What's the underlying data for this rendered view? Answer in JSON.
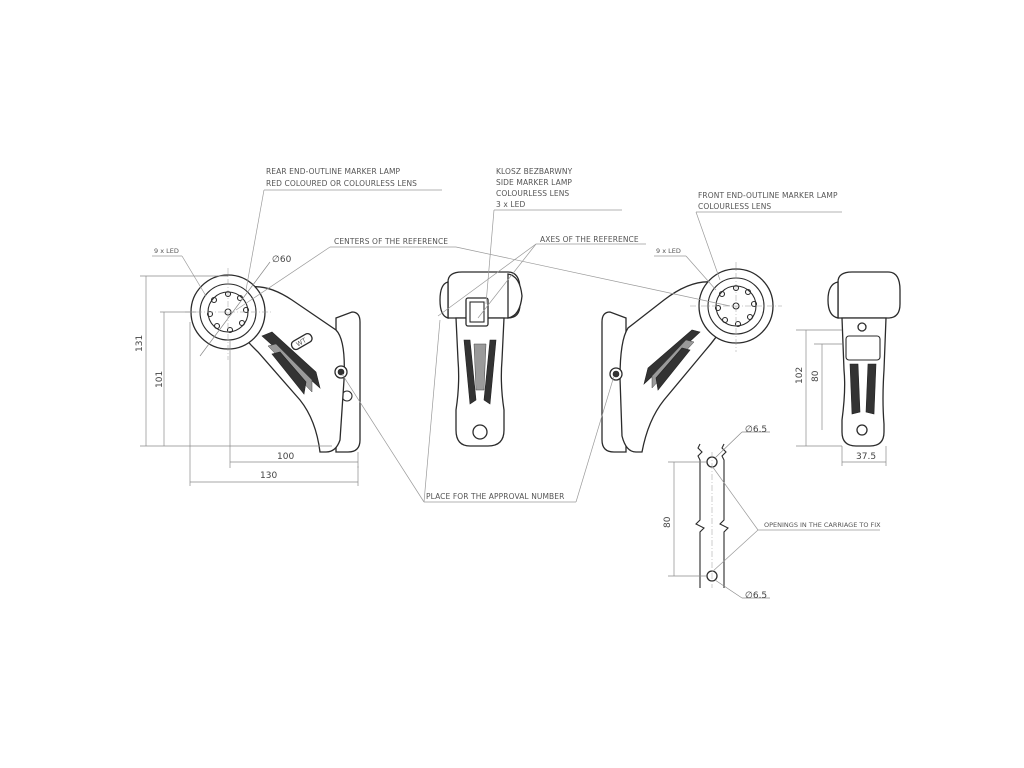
{
  "labels": {
    "rear_lamp_line1": "REAR END-OUTLINE MARKER LAMP",
    "rear_lamp_line2": "RED COLOURED OR COLOURLESS LENS",
    "side_lamp_line1": "KLOSZ BEZBARWNY",
    "side_lamp_line2": "SIDE MARKER LAMP",
    "side_lamp_line3": "COLOURLESS LENS",
    "side_lamp_line4": "3 x LED",
    "front_lamp_line1": "FRONT END-OUTLINE MARKER LAMP",
    "front_lamp_line2": "COLOURLESS LENS",
    "centers_reference": "CENTERS OF THE REFERENCE",
    "axes_reference": "AXES OF THE REFERENCE",
    "led_left": "9 x LED",
    "led_right": "9 x LED",
    "approval_number": "PLACE FOR THE APPROVAL NUMBER",
    "openings": "OPENINGS IN THE CARRIAGE TO FIX",
    "brand_badge": "WT"
  },
  "dimensions": {
    "diameter_lens": "∅60",
    "height_total": "131",
    "height_inner": "101",
    "width_inner": "100",
    "width_total": "130",
    "side_height_total": "102",
    "side_height_inner": "80",
    "side_width": "37.5",
    "hole_top": "∅6.5",
    "hole_bottom": "∅6.5",
    "hole_spacing": "80"
  }
}
